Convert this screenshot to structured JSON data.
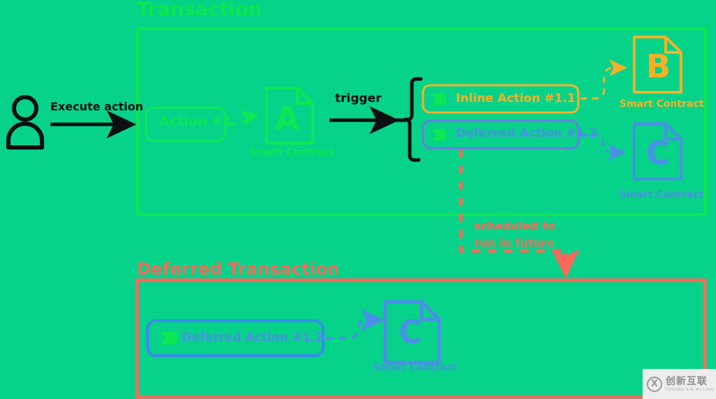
{
  "diagram": {
    "title_transaction": "Transaction",
    "title_deferred_transaction": "Deferred Transaction",
    "actor_label": "Execute action",
    "trigger_label": "trigger",
    "action_1": "Action #1",
    "inline_action": "Inline Action #1.1",
    "deferred_action_inline": "Deferred Action #1.2",
    "deferred_action_bottom": "Deferred Action #1.2",
    "smart_contract_label": "Smart Contract",
    "contract_a_letter": "A",
    "contract_b_letter": "B",
    "contract_c_letter": "C",
    "contract_c2_letter": "C",
    "schedule_note_line1": "scheduled to",
    "schedule_note_line2": "run in future",
    "colors": {
      "background": "#06D28A",
      "green_accent": "#0BE852",
      "orange": "#F6B125",
      "blue": "#4A90E8",
      "red": "#F96A5A",
      "black": "#0B0F12"
    }
  },
  "watermark": {
    "mark": "X",
    "chinese": "创新互联",
    "pinyin": "CHUANG XIN HU LIAN"
  }
}
